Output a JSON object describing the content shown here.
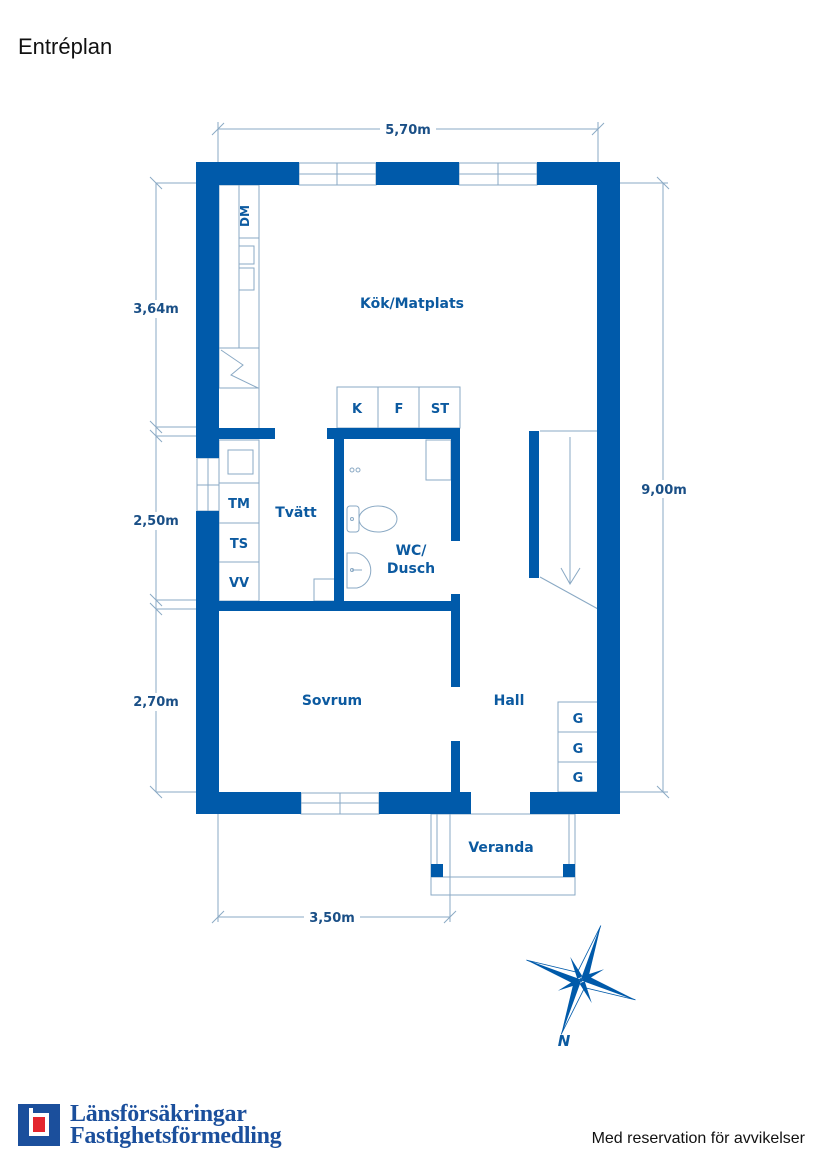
{
  "page": {
    "title": "Entréplan",
    "footer_note": "Med reservation för avvikelser"
  },
  "colors": {
    "wall": "#005aaa",
    "line": "#8aa9c4",
    "label": "#0c5aa0",
    "logo_blue": "#1b4f9c",
    "logo_red": "#e3262f"
  },
  "rooms": {
    "kitchen": "Kök/Matplats",
    "laundry": "Tvätt",
    "wc_line1": "WC/",
    "wc_line2": "Dusch",
    "bedroom": "Sovrum",
    "hall": "Hall",
    "veranda": "Veranda"
  },
  "fixtures": {
    "dishwasher": "DM",
    "fridge": "K",
    "freezer": "F",
    "storage": "ST",
    "washing_machine": "TM",
    "dryer": "TS",
    "water_heater": "VV",
    "wardrobes": [
      "G",
      "G",
      "G"
    ]
  },
  "dimensions": {
    "top_width": "5,70m",
    "right_height": "9,00m",
    "left_kitchen": "3,64m",
    "left_laundry": "2,50m",
    "left_bedroom": "2,70m",
    "bottom_bedroom": "3,50m"
  },
  "compass": {
    "north_label": "N"
  },
  "logo": {
    "line1": "Länsförsäkringar",
    "line2": "Fastighetsförmedling"
  }
}
